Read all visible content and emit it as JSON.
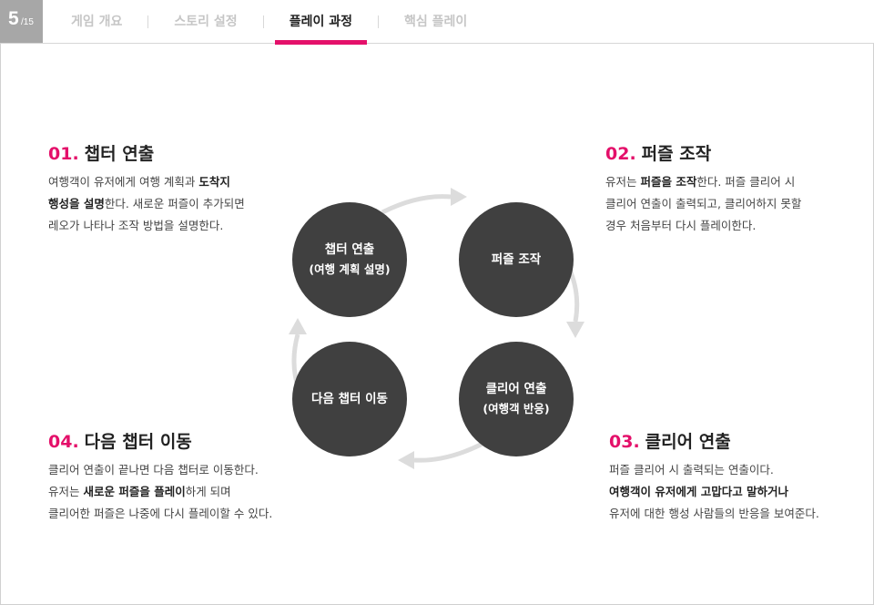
{
  "nav": {
    "page_current": "5",
    "page_total": "/15",
    "tabs": [
      {
        "label": "게임 개요"
      },
      {
        "label": "스토리 설정"
      },
      {
        "label": "플레이 과정"
      },
      {
        "label": "핵심 플레이"
      }
    ],
    "active_tab": 2
  },
  "colors": {
    "accent": "#e4106a",
    "circle": "#404040",
    "arrow": "#dcdcdc",
    "page_badge": "#a7a7a7"
  },
  "sections": {
    "s1": {
      "num": "01.",
      "title": "챕터 연출",
      "line1_a": "여행객이 유저에게 여행 계획과 ",
      "line1_b": "도착지",
      "line2_a": "행성을 설명",
      "line2_b": "한다. 새로운 퍼즐이 추가되면",
      "line3": "레오가 나타나 조작 방법을 설명한다."
    },
    "s2": {
      "num": "02.",
      "title": "퍼즐 조작",
      "line1_a": "유저는 ",
      "line1_b": "퍼즐을 조작",
      "line1_c": "한다. 퍼즐 클리어 시",
      "line2": "클리어 연출이 출력되고, 클리어하지 못할",
      "line3": "경우 처음부터 다시 플레이한다."
    },
    "s3": {
      "num": "03.",
      "title": "클리어 연출",
      "line1": "퍼즐 클리어 시 출력되는 연출이다.",
      "line2": "여행객이 유저에게 고맙다고 말하거나",
      "line3": "유저에 대한 행성 사람들의 반응을 보여준다."
    },
    "s4": {
      "num": "04.",
      "title": "다음 챕터 이동",
      "line1": "클리어 연출이 끝나면 다음 챕터로 이동한다.",
      "line2_a": "유저는 ",
      "line2_b": "새로운 퍼즐을 플레이",
      "line2_c": "하게 되며",
      "line3": "클리어한 퍼즐은 나중에 다시 플레이할 수 있다."
    }
  },
  "cycle": {
    "c1": {
      "line1": "챕터 연출",
      "line2": "(여행 계획 설명)"
    },
    "c2": {
      "line1": "퍼즐 조작"
    },
    "c3": {
      "line1": "클리어 연출",
      "line2": "(여행객 반응)"
    },
    "c4": {
      "line1": "다음 챕터 이동"
    }
  }
}
